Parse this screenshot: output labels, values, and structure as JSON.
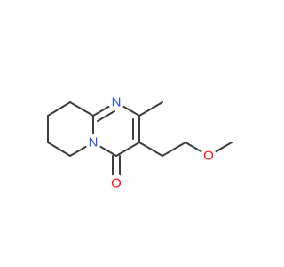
{
  "molecule": {
    "atoms": {
      "n_ring": {
        "symbol": "N",
        "color": "#3050F8"
      },
      "n_bridge": {
        "symbol": "N",
        "color": "#3050F8"
      },
      "o_carbonyl": {
        "symbol": "O",
        "color": "#FF0D0D"
      },
      "o_ether": {
        "symbol": "O",
        "color": "#FF0D0D"
      }
    },
    "bond_color": "#3C3C3C"
  }
}
